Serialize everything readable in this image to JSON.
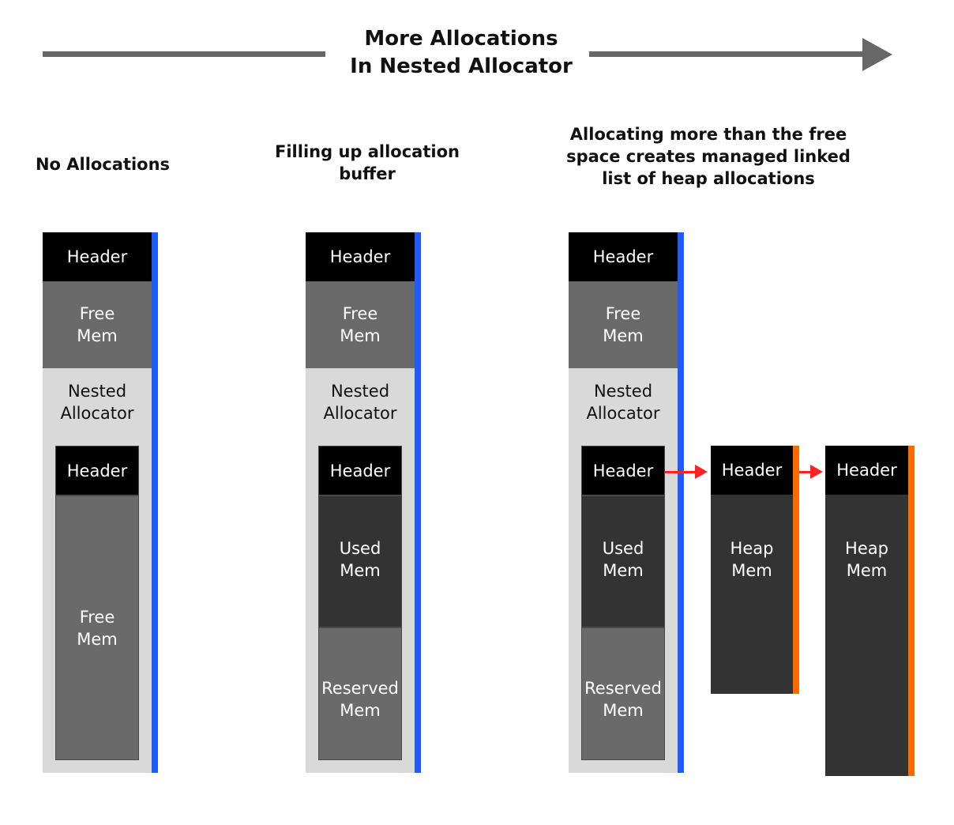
{
  "title": {
    "line1": "More Allocations",
    "line2": "In Nested Allocator"
  },
  "colors": {
    "header": "#000000",
    "free_mem": "#6a6a6a",
    "used_mem": "#333333",
    "nested_bg": "#d9d9d9",
    "allocator_bar": "#1f5cff",
    "heap_bar": "#ff6a00",
    "link_arrow": "#ff2222",
    "top_arrow": "#676767"
  },
  "columns": [
    {
      "caption": "No Allocations",
      "outer_header": "Header",
      "outer_free": [
        "Free",
        "Mem"
      ],
      "nested_label": [
        "Nested",
        "Allocator"
      ],
      "inner_header": "Header",
      "inner_free": [
        "Free",
        "Mem"
      ]
    },
    {
      "caption": [
        "Filling up allocation",
        "buffer"
      ],
      "outer_header": "Header",
      "outer_free": [
        "Free",
        "Mem"
      ],
      "nested_label": [
        "Nested",
        "Allocator"
      ],
      "inner_header": "Header",
      "inner_used": [
        "Used",
        "Mem"
      ],
      "inner_reserved": [
        "Reserved",
        "Mem"
      ]
    },
    {
      "caption": [
        "Allocating more than the free",
        "space creates managed linked",
        "list of heap allocations"
      ],
      "outer_header": "Header",
      "outer_free": [
        "Free",
        "Mem"
      ],
      "nested_label": [
        "Nested",
        "Allocator"
      ],
      "inner_header": "Header",
      "inner_used": [
        "Used",
        "Mem"
      ],
      "inner_reserved": [
        "Reserved",
        "Mem"
      ],
      "heap_blocks": [
        {
          "header": "Header",
          "body": [
            "Heap",
            "Mem"
          ]
        },
        {
          "header": "Header",
          "body": [
            "Heap",
            "Mem"
          ]
        }
      ]
    }
  ]
}
